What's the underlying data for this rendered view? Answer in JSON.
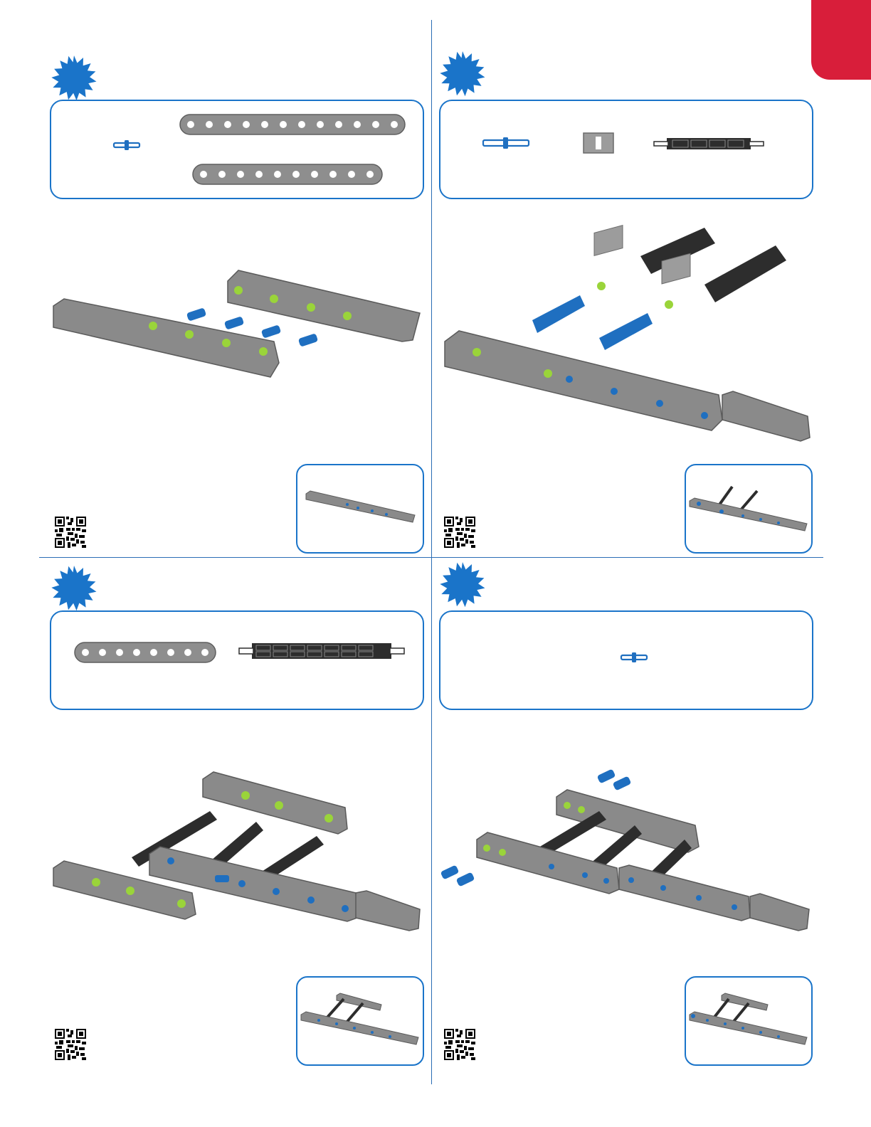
{
  "page": {
    "accent_color": "#1a74c9",
    "tab_color": "#d81e3a",
    "part_gray": "#8e8e8e",
    "pin_blue": "#1f6fc0",
    "shaft_dark": "#2d2d2d",
    "hole_green": "#9ad43a"
  },
  "steps": [
    {
      "name": "step-1",
      "icon": "starburst-icon",
      "parts": [
        "pin-icon",
        "beam-13-icon",
        "beam-10-icon"
      ]
    },
    {
      "name": "step-2",
      "icon": "starburst-icon",
      "parts": [
        "long-pin-icon",
        "connector-block-icon",
        "shaft-icon"
      ]
    },
    {
      "name": "step-3",
      "icon": "starburst-icon",
      "parts": [
        "beam-8-icon",
        "long-shaft-icon"
      ]
    },
    {
      "name": "step-4",
      "icon": "starburst-icon",
      "parts": [
        "pin-icon"
      ]
    }
  ]
}
